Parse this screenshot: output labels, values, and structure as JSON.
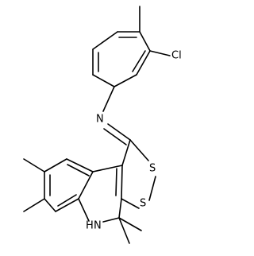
{
  "molecule": {
    "atoms": {
      "cl": "Cl",
      "n_imine": "N",
      "s_upper": "S",
      "s_lower": "S",
      "nh": "H",
      "nh_n": "N"
    }
  }
}
